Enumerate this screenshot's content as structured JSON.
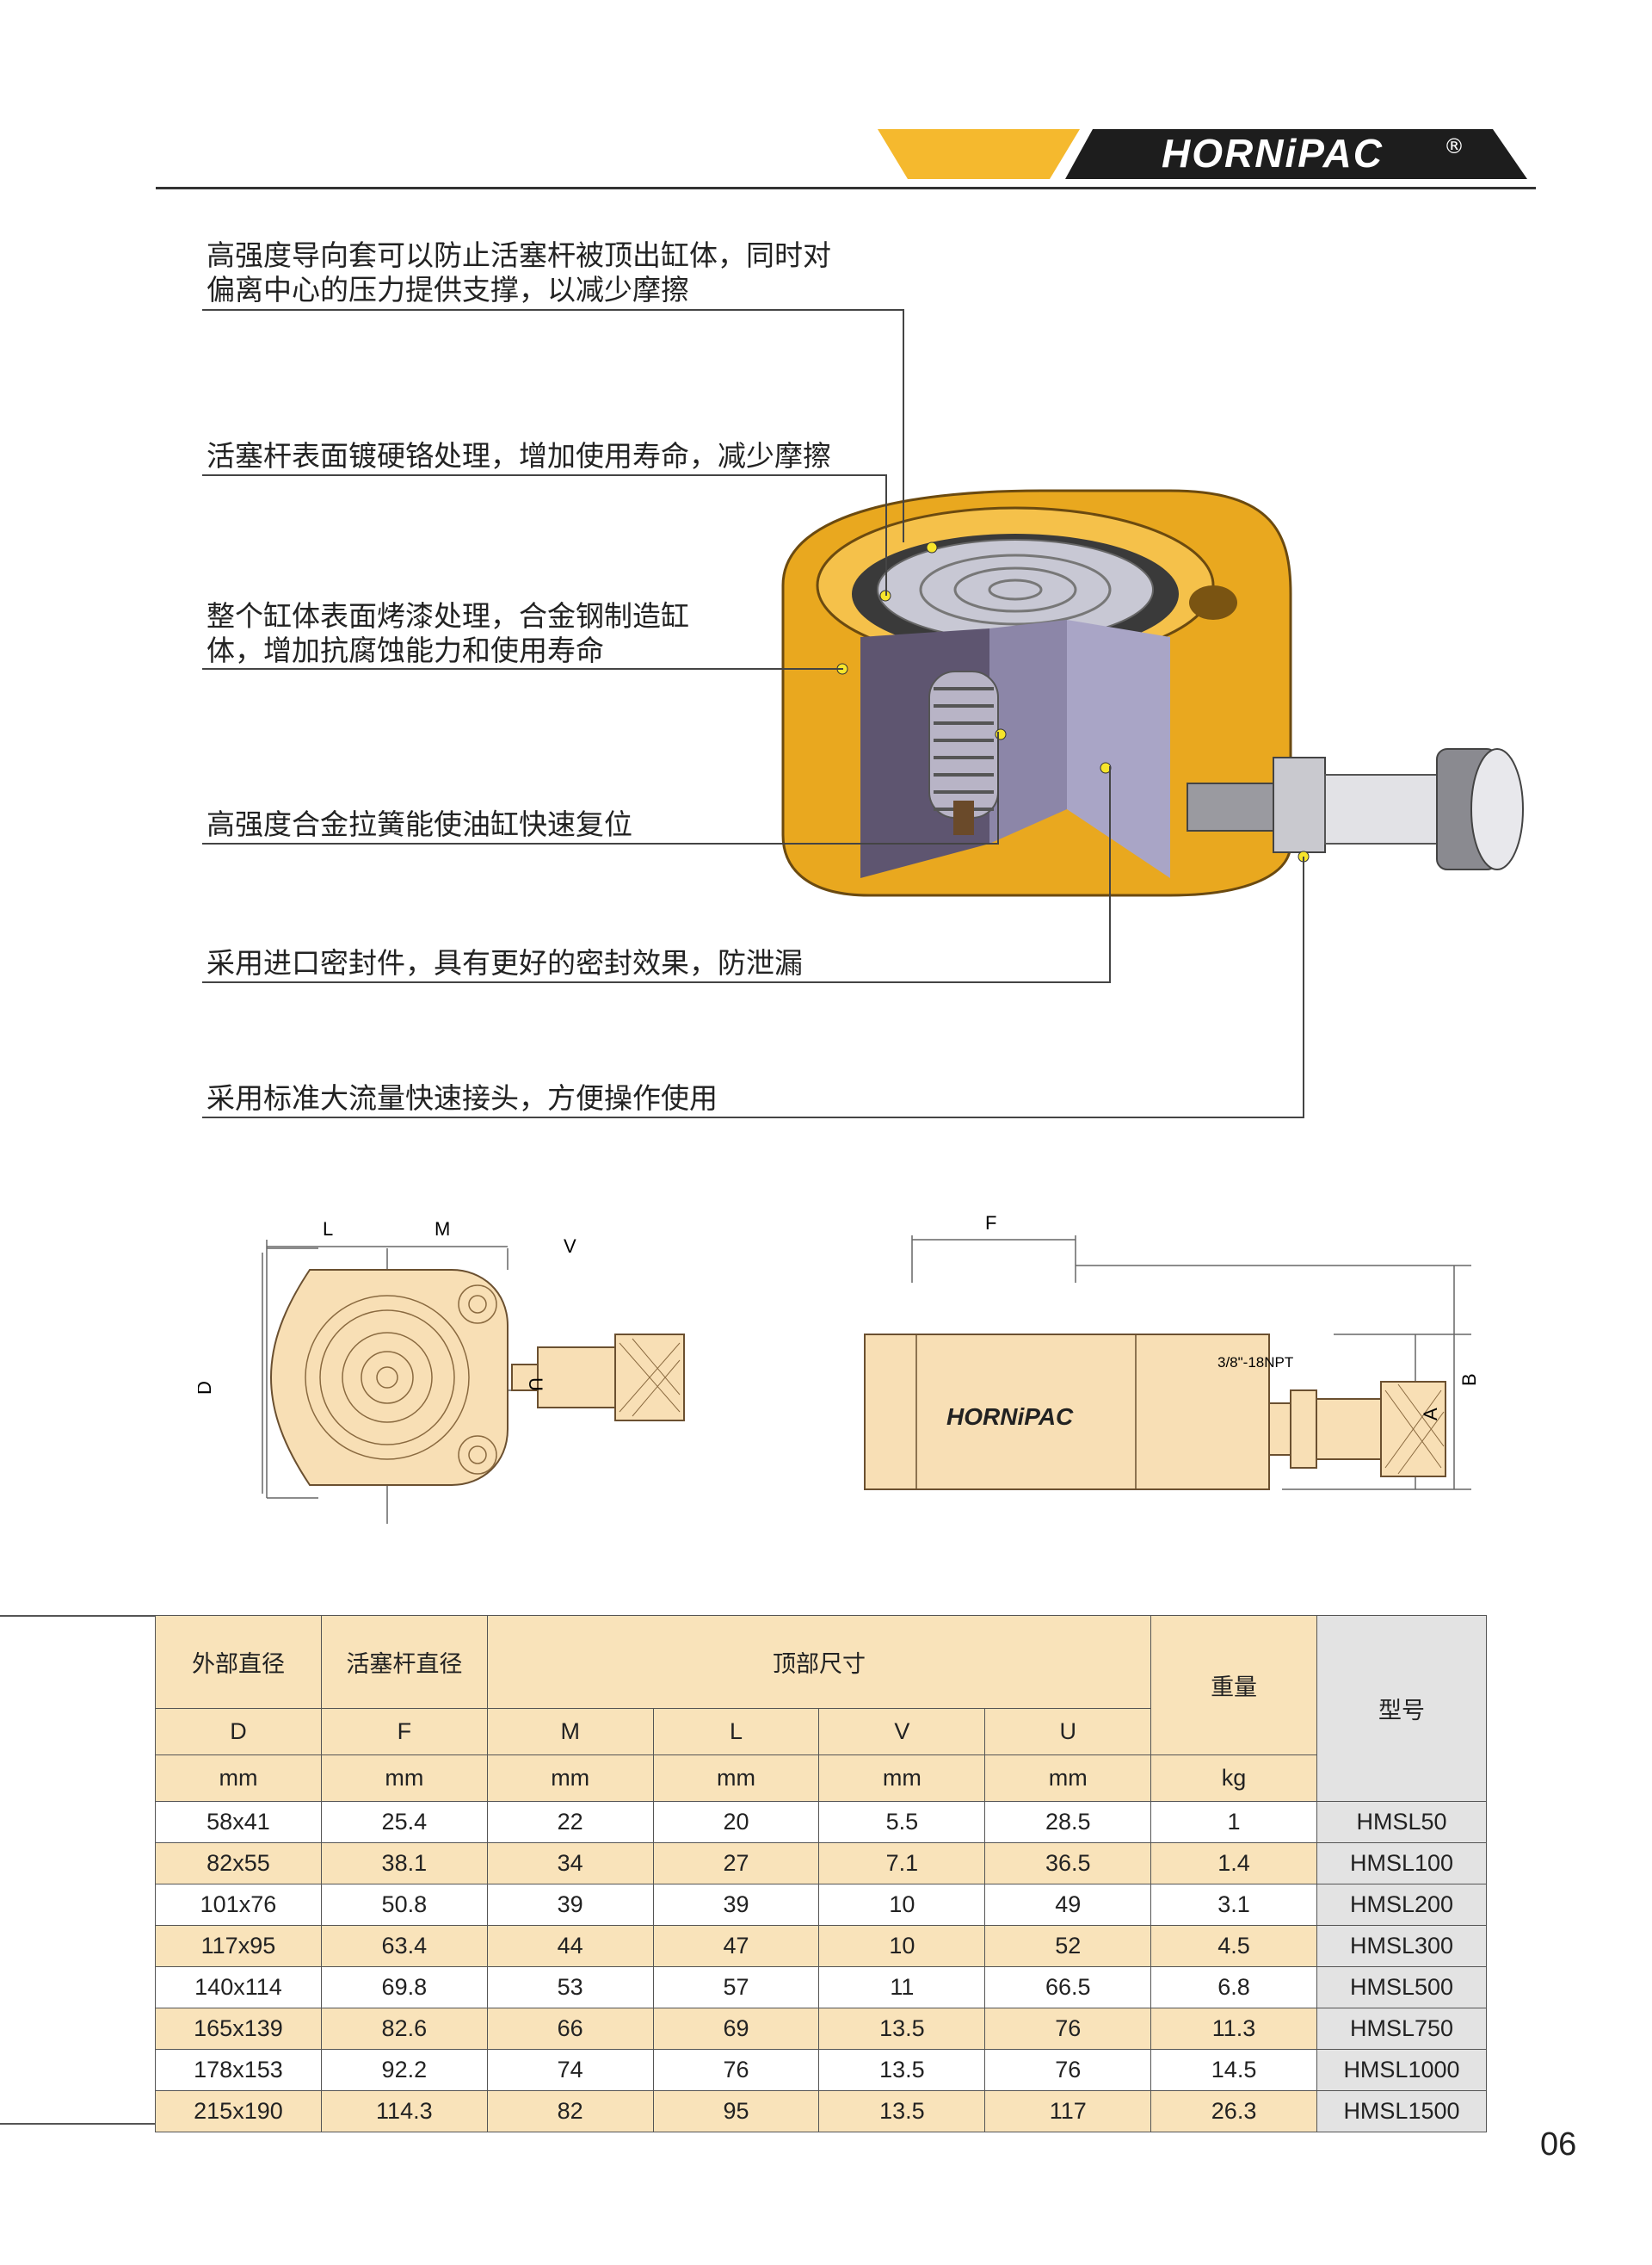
{
  "header": {
    "brand": "HORNiPAC",
    "registered": "®"
  },
  "callouts": [
    "高强度导向套可以防止活塞杆被顶出缸体，同时对\n偏离中心的压力提供支撑，以减少摩擦",
    "活塞杆表面镀硬铬处理，增加使用寿命，减少摩擦",
    "整个缸体表面烤漆处理，合金钢制造缸\n体，增加抗腐蚀能力和使用寿命",
    "高强度合金拉簧能使油缸快速复位",
    "采用进口密封件，具有更好的密封效果，防泄漏",
    "采用标准大流量快速接头，方便操作使用"
  ],
  "drawing": {
    "top_labels": {
      "L": "L",
      "M": "M",
      "V": "V",
      "D": "D",
      "U": "U"
    },
    "side_labels": {
      "F": "F",
      "A": "A",
      "B": "B",
      "thread": "3/8\"-18NPT",
      "brand": "HORNiPAC"
    }
  },
  "table": {
    "group_headers": {
      "outer_dia": "外部直径",
      "rod_dia": "活塞杆直径",
      "top_dims": "顶部尺寸",
      "weight": "重量",
      "model": "型号"
    },
    "symbols": [
      "D",
      "F",
      "M",
      "L",
      "V",
      "U"
    ],
    "units": [
      "mm",
      "mm",
      "mm",
      "mm",
      "mm",
      "mm",
      "kg"
    ],
    "rows": [
      [
        "58x41",
        "25.4",
        "22",
        "20",
        "5.5",
        "28.5",
        "1",
        "HMSL50"
      ],
      [
        "82x55",
        "38.1",
        "34",
        "27",
        "7.1",
        "36.5",
        "1.4",
        "HMSL100"
      ],
      [
        "101x76",
        "50.8",
        "39",
        "39",
        "10",
        "49",
        "3.1",
        "HMSL200"
      ],
      [
        "117x95",
        "63.4",
        "44",
        "47",
        "10",
        "52",
        "4.5",
        "HMSL300"
      ],
      [
        "140x114",
        "69.8",
        "53",
        "57",
        "11",
        "66.5",
        "6.8",
        "HMSL500"
      ],
      [
        "165x139",
        "82.6",
        "66",
        "69",
        "13.5",
        "76",
        "11.3",
        "HMSL750"
      ],
      [
        "178x153",
        "92.2",
        "74",
        "76",
        "13.5",
        "76",
        "14.5",
        "HMSL1000"
      ],
      [
        "215x190",
        "114.3",
        "82",
        "95",
        "13.5",
        "117",
        "26.3",
        "HMSL1500"
      ]
    ]
  },
  "page_number": "06",
  "colors": {
    "brand_yellow": "#f5b92e",
    "cylinder_orange": "#e9a81f",
    "table_tan": "#f9e3ba",
    "table_gray": "#e3e3e3"
  }
}
